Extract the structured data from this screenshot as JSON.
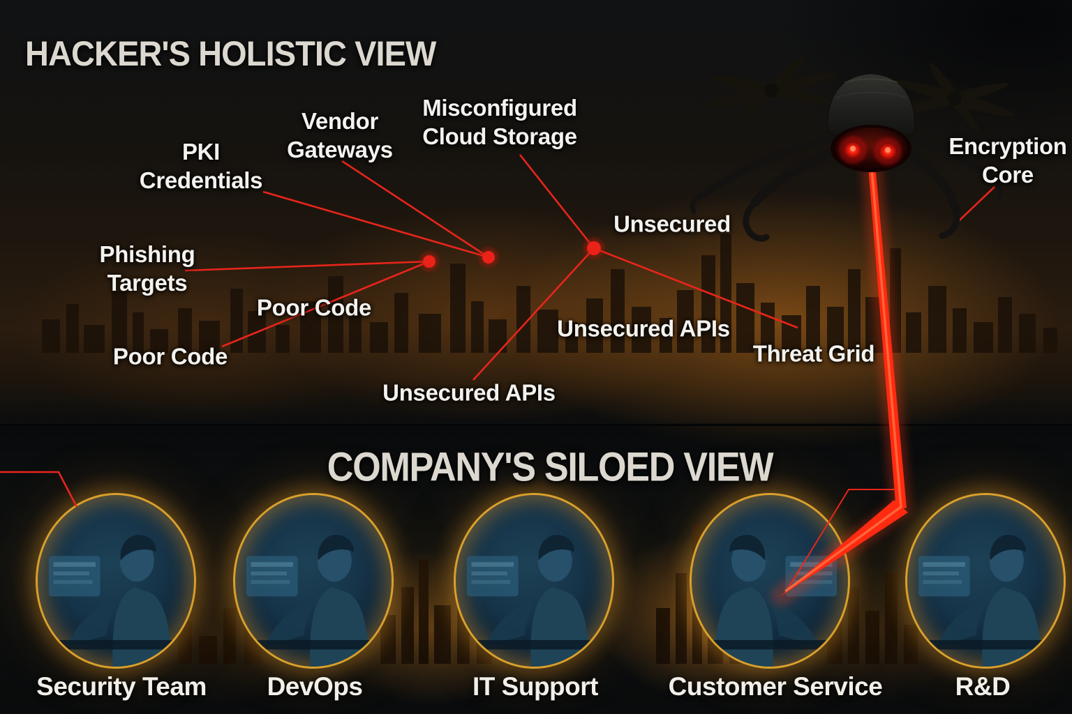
{
  "hacker_view": {
    "title": "HACKER'S HOLISTIC VIEW",
    "callouts": {
      "misconfigured_cloud_storage": {
        "text": "Misconfigured\nCloud Storage"
      },
      "vendor_gateways": {
        "text": "Vendor\nGateways"
      },
      "pki_credentials": {
        "text": "PKI\nCredentials"
      },
      "phishing_targets": {
        "text": "Phishing\nTargets"
      },
      "poor_code_a": {
        "text": "Poor Code"
      },
      "poor_code_b": {
        "text": "Poor Code"
      },
      "unsecured": {
        "text": "Unsecured"
      },
      "unsecured_apis_a": {
        "text": "Unsecured APIs"
      },
      "unsecured_apis_b": {
        "text": "Unsecured APIs"
      },
      "threat_grid": {
        "text": "Threat Grid"
      },
      "encryption_core": {
        "text": "Encryption\nCore"
      }
    }
  },
  "company_view": {
    "title": "COMPANY'S SILOED VIEW",
    "teams": [
      {
        "label": "Security Team"
      },
      {
        "label": "DevOps"
      },
      {
        "label": "IT Support"
      },
      {
        "label": "Customer Service"
      },
      {
        "label": "R&D"
      }
    ]
  },
  "colors": {
    "accent_red": "#e8251b",
    "laser_red": "#ff2a10",
    "eye_red": "#f51b0c",
    "rim_gold": "#d9a02c",
    "label_white": "#f4f2ee",
    "title_gray": "#dcd8d0"
  }
}
